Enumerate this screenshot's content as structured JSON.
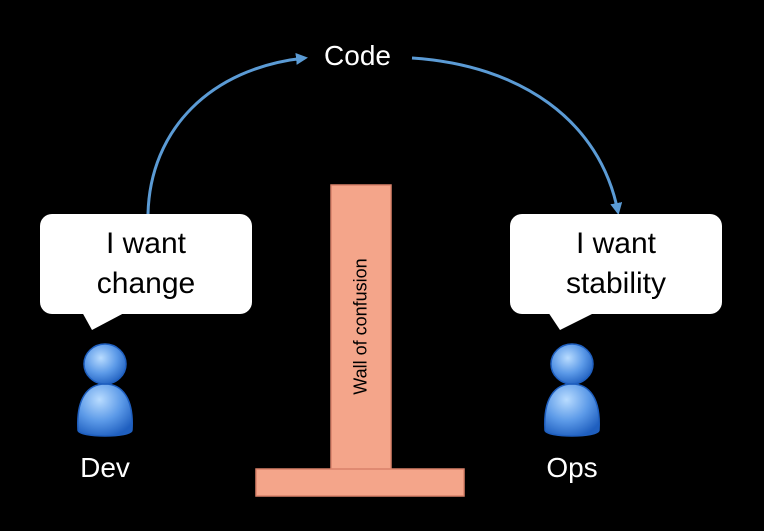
{
  "code_label": "Code",
  "dev": {
    "speech": [
      "I want",
      "change"
    ],
    "name": "Dev"
  },
  "ops": {
    "speech": [
      "I want",
      "stability"
    ],
    "name": "Ops"
  },
  "wall_label": "Wall of confusion",
  "colors": {
    "background": "#000000",
    "arrow": "#5b9bd5",
    "wall_fill": "#f4a58a",
    "wall_stroke": "#d9826a",
    "person_light": "#7db4f0",
    "person_dark": "#1f5fbf",
    "bubble": "#ffffff",
    "text_light": "#ffffff"
  },
  "icons": [
    "user-icon",
    "user-icon"
  ]
}
